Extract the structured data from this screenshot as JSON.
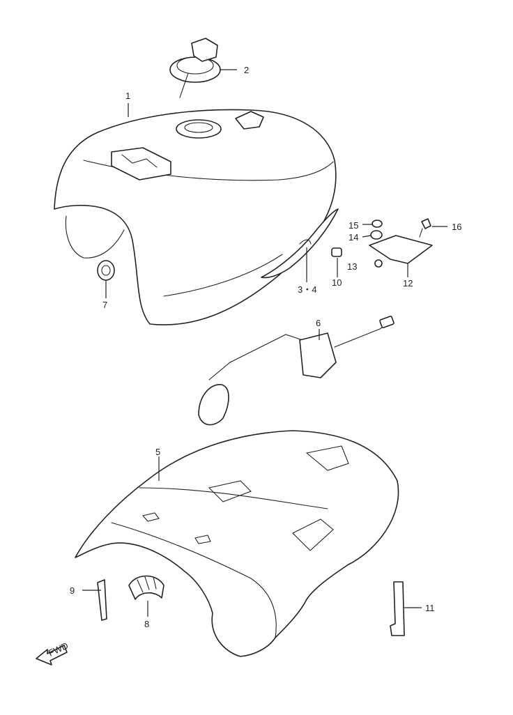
{
  "callouts": {
    "c1": "1",
    "c2": "2",
    "c34": "3・4",
    "c5": "5",
    "c6": "6",
    "c7": "7",
    "c8": "8",
    "c9": "9",
    "c10": "10",
    "c11": "11",
    "c12": "12",
    "c13": "13",
    "c14": "14",
    "c15": "15",
    "c16": "16"
  },
  "fwd_label": "FWD",
  "icons": {
    "fwd_arrow": "fwd-arrow-icon"
  },
  "colors": {
    "line": "#222222",
    "background": "#ffffff"
  }
}
